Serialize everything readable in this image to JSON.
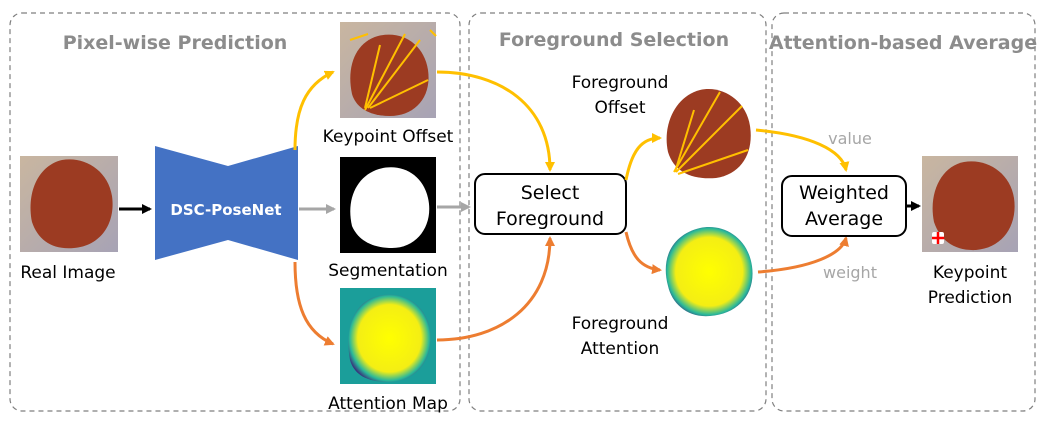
{
  "panels": {
    "pixelwise": "Pixel-wise Prediction",
    "foreground": "Foreground Selection",
    "attention": "Attention-based Average"
  },
  "network": {
    "label": "DSC-PoseNet",
    "color": "#4472c4"
  },
  "captions": {
    "real_image": "Real Image",
    "keypoint_offset": "Keypoint Offset",
    "segmentation": "Segmentation",
    "attention_map": "Attention Map",
    "foreground_offset": [
      "Foreground",
      "Offset"
    ],
    "foreground_attention": [
      "Foreground",
      "Attention"
    ],
    "keypoint_prediction": [
      "Keypoint",
      "Prediction"
    ]
  },
  "boxes": {
    "select_foreground": [
      "Select",
      "Foreground"
    ],
    "weighted_average": [
      "Weighted",
      "Average"
    ]
  },
  "edge_labels": {
    "value": "value",
    "weight": "weight"
  },
  "colors": {
    "offset_arrow": "#ffc000",
    "attention_arrow": "#ed7d31",
    "seg_arrow": "#a6a6a6",
    "main_arrow": "#000000",
    "object": "#9c3b22",
    "attention_high": "#fff200",
    "attention_low": "#1b9e9a",
    "keypoint_marker": "#ff0000"
  }
}
